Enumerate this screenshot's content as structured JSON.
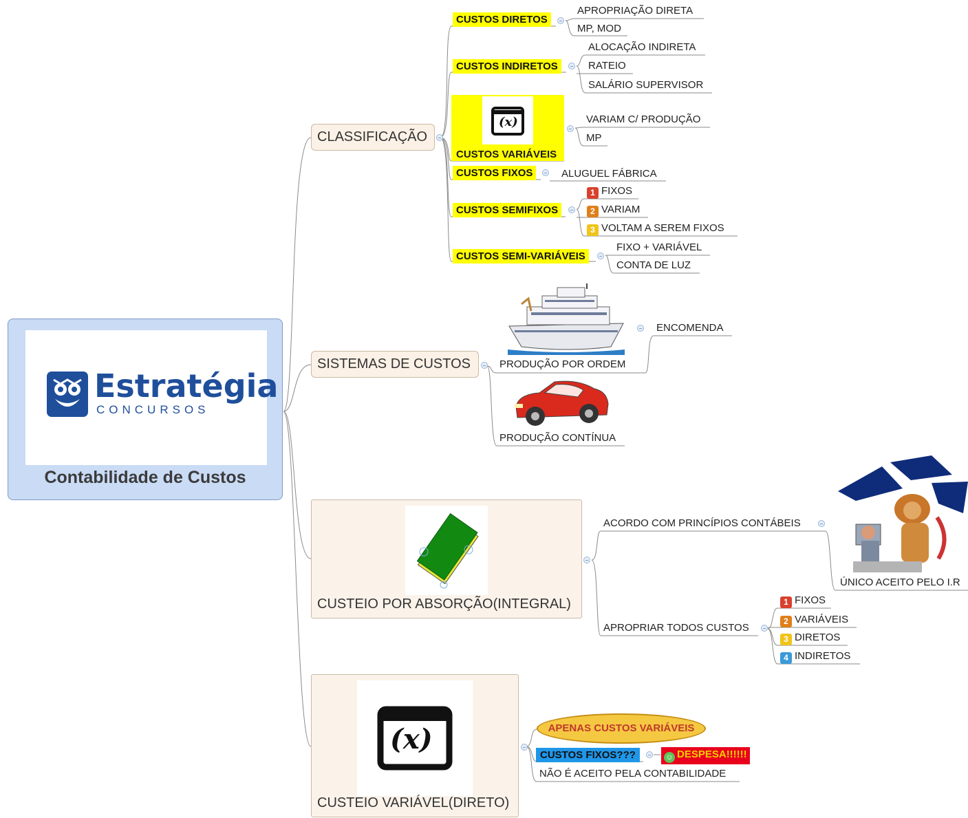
{
  "central": {
    "brand": "Estratégia",
    "brand_sub": "CONCURSOS",
    "title": "Contabilidade de Custos"
  },
  "classificacao": {
    "label": "CLASSIFICAÇÃO",
    "diretos": {
      "label": "CUSTOS DIRETOS",
      "items": [
        "APROPRIAÇÃO DIRETA",
        "MP, MOD"
      ]
    },
    "indiretos": {
      "label": "CUSTOS INDIRETOS",
      "items": [
        "ALOCAÇÃO INDIRETA",
        "RATEIO",
        "SALÁRIO SUPERVISOR"
      ]
    },
    "variaveis": {
      "label": "CUSTOS VARIÁVEIS",
      "icon_text": "(x)",
      "items": [
        "VARIAM C/ PRODUÇÃO",
        "MP"
      ]
    },
    "fixos": {
      "label": "CUSTOS FIXOS",
      "items": [
        "ALUGUEL FÁBRICA"
      ]
    },
    "semifixos": {
      "label": "CUSTOS SEMIFIXOS",
      "items": [
        {
          "n": "1",
          "text": "FIXOS"
        },
        {
          "n": "2",
          "text": "VARIAM"
        },
        {
          "n": "3",
          "text": "VOLTAM A SEREM FIXOS"
        }
      ]
    },
    "semivariaveis": {
      "label": "CUSTOS SEMI-VARIÁVEIS",
      "items": [
        "FIXO + VARIÁVEL",
        "CONTA DE LUZ"
      ]
    }
  },
  "sistemas": {
    "label": "SISTEMAS DE CUSTOS",
    "ordem": {
      "label": "PRODUÇÃO POR ORDEM",
      "items": [
        "ENCOMENDA"
      ]
    },
    "continua": {
      "label": "PRODUÇÃO CONTÍNUA"
    }
  },
  "absorcao": {
    "label": "CUSTEIO POR ABSORÇÃO(INTEGRAL)",
    "acordo": {
      "label": "ACORDO COM  PRINCÍPIOS CONTÁBEIS",
      "items": [
        "ÚNICO ACEITO PELO I.R"
      ]
    },
    "apropriar": {
      "label": "APROPRIAR TODOS CUSTOS",
      "items": [
        {
          "n": "1",
          "text": "FIXOS"
        },
        {
          "n": "2",
          "text": "VARIÁVEIS"
        },
        {
          "n": "3",
          "text": "DIRETOS"
        },
        {
          "n": "4",
          "text": "INDIRETOS"
        }
      ]
    }
  },
  "variavel": {
    "label": "CUSTEIO VARIÁVEL(DIRETO)",
    "icon_text": "(x)",
    "apenas": "APENAS CUSTOS VARIÁVEIS",
    "fixos_q": "CUSTOS FIXOS???",
    "despesa": "DESPESA!!!!!!",
    "nao_aceito": "NÃO É ACEITO PELA CONTABILIDADE"
  },
  "colors": {
    "highlight": "#ffff00",
    "central_bg": "#c9dbf5",
    "topic_bg": "#fbf1e6",
    "tag1": "#d9412d",
    "tag2": "#e07f1a",
    "tag3": "#f0c419",
    "tag4": "#3b9ad9"
  }
}
